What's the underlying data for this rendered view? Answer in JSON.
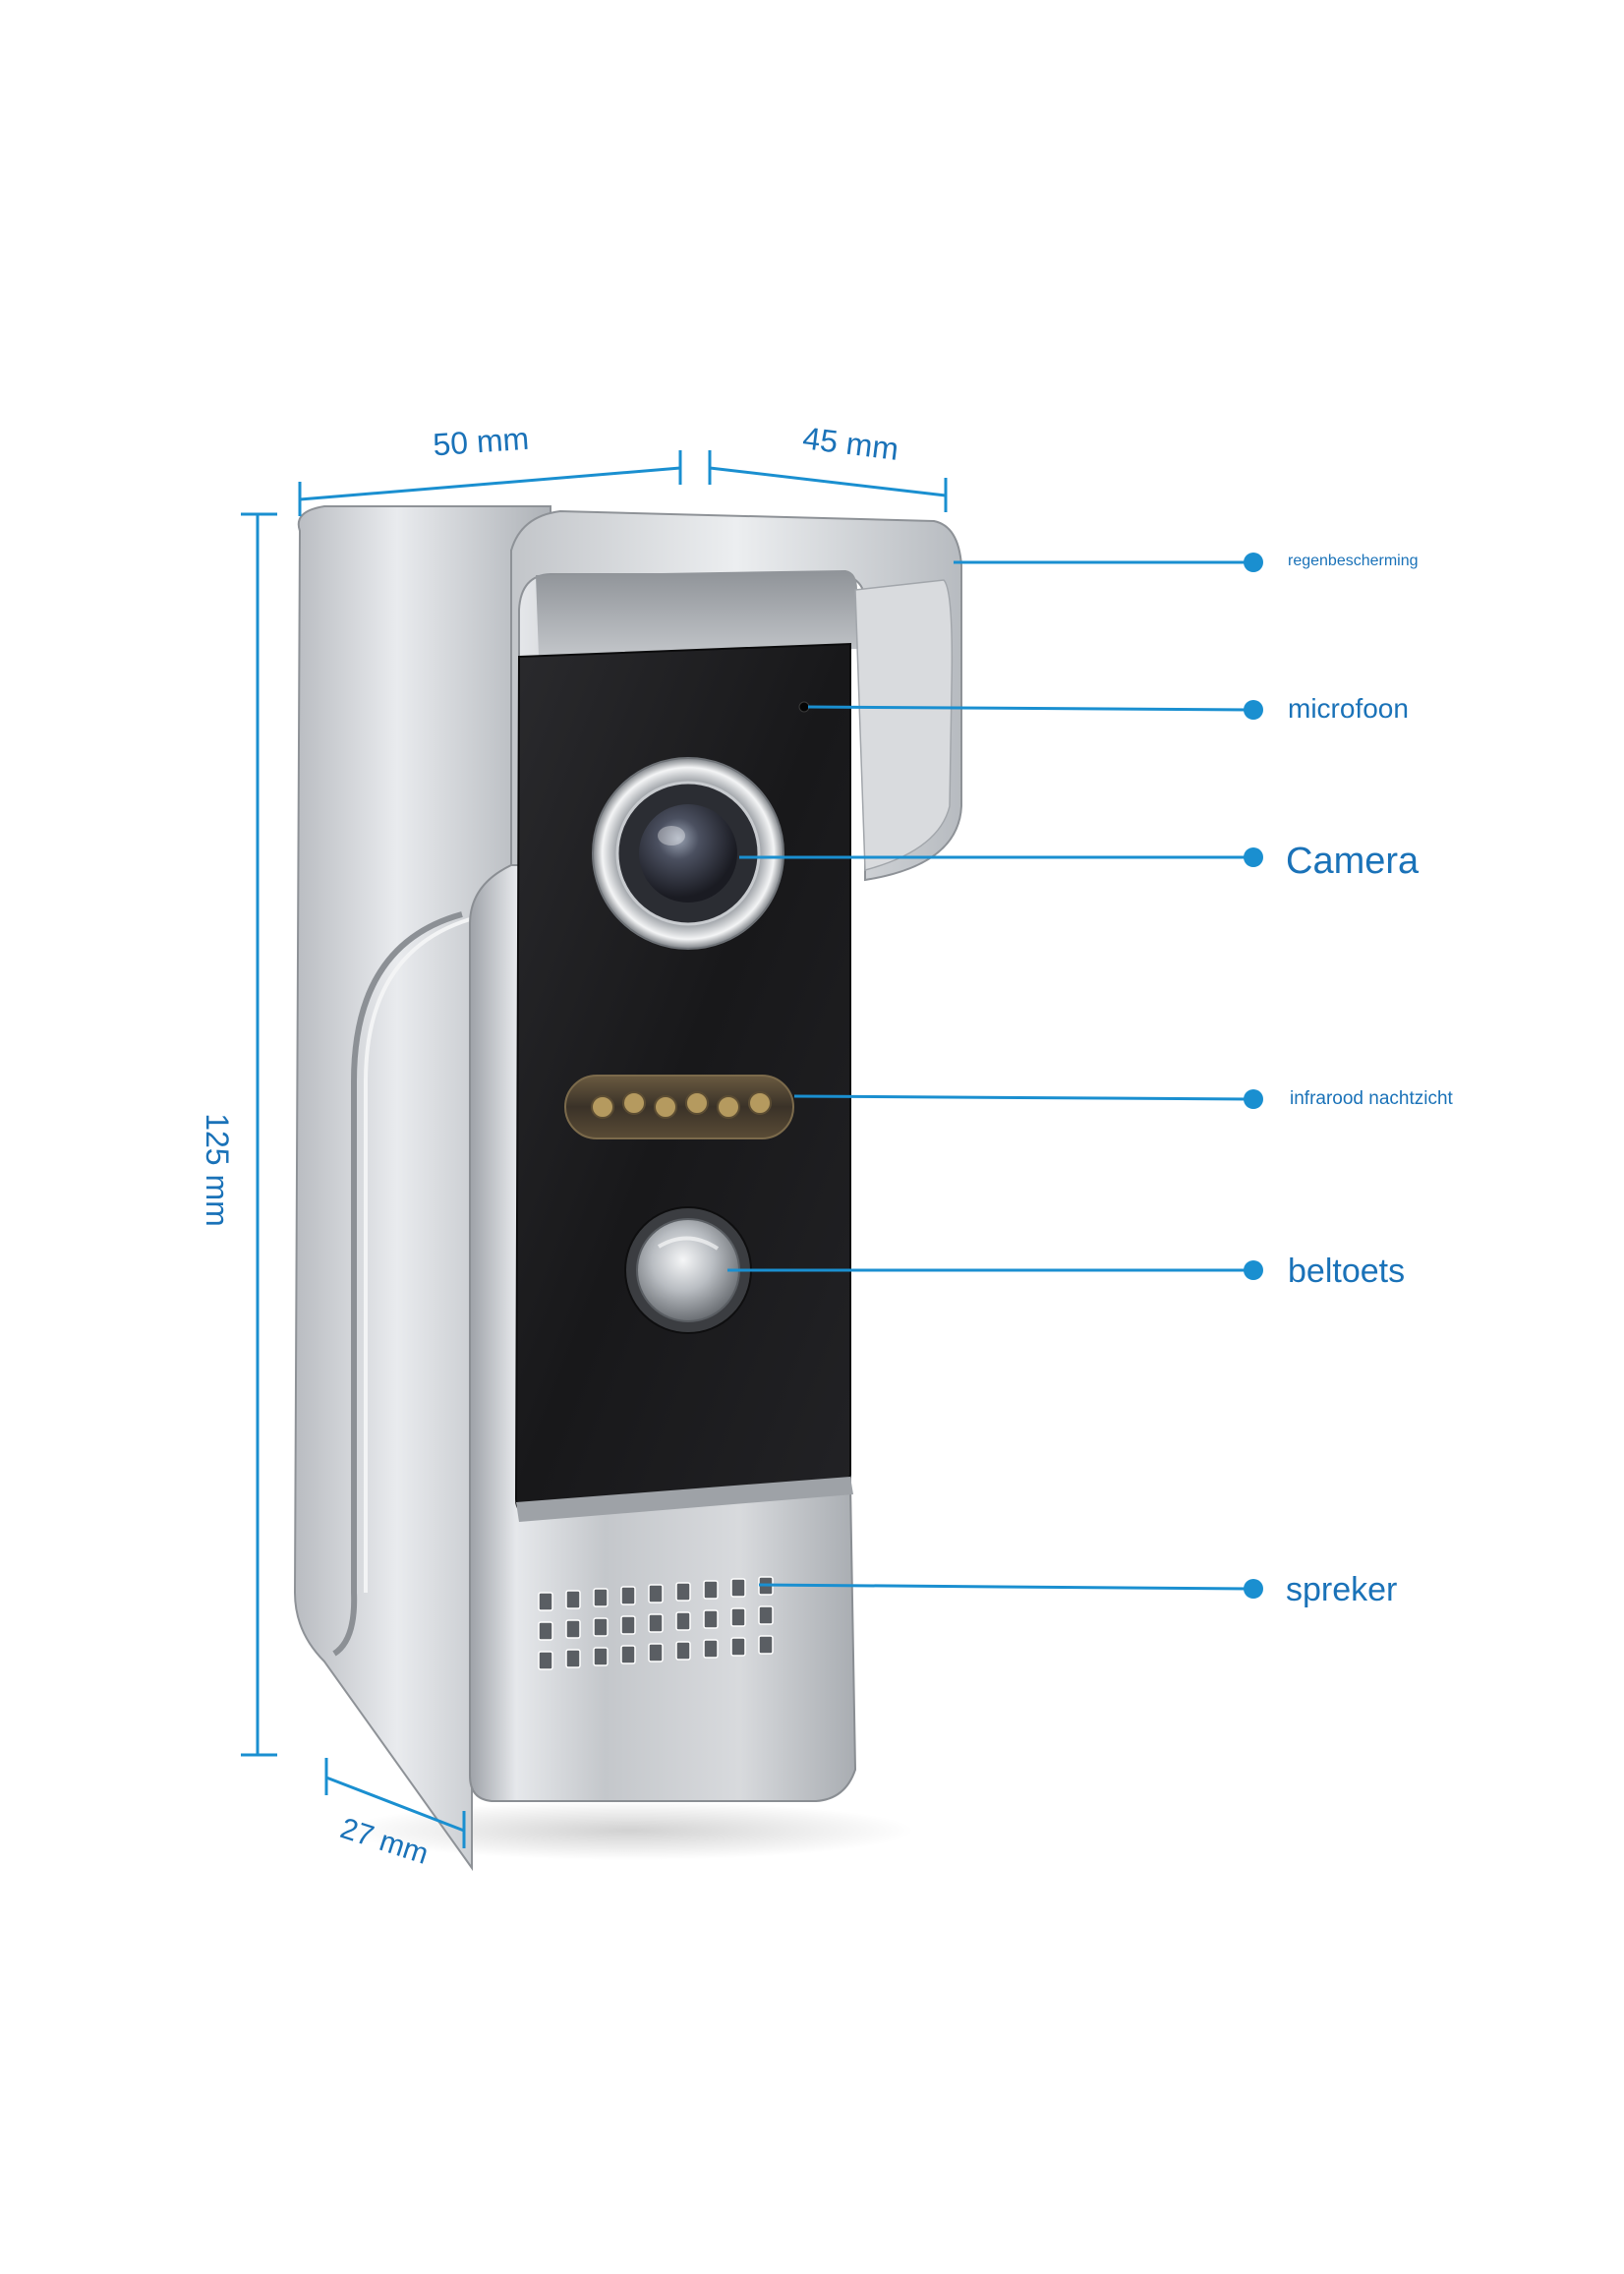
{
  "dimensions": {
    "width": "50 mm",
    "depth_top": "45 mm",
    "height": "125 mm",
    "depth_bottom": "27 mm"
  },
  "callouts": [
    {
      "id": "rain-cover",
      "label": "regenbescherming"
    },
    {
      "id": "microphone",
      "label": "microfoon"
    },
    {
      "id": "camera",
      "label": "Camera"
    },
    {
      "id": "infrared",
      "label": "infrarood nachtzicht"
    },
    {
      "id": "call-button",
      "label": "beltoets"
    },
    {
      "id": "speaker",
      "label": "spreker"
    }
  ],
  "colors": {
    "accent": "#1a8fd0",
    "label_text": "#1a72b8",
    "housing": "#c9ccd0",
    "panel": "#1c1c1e"
  }
}
